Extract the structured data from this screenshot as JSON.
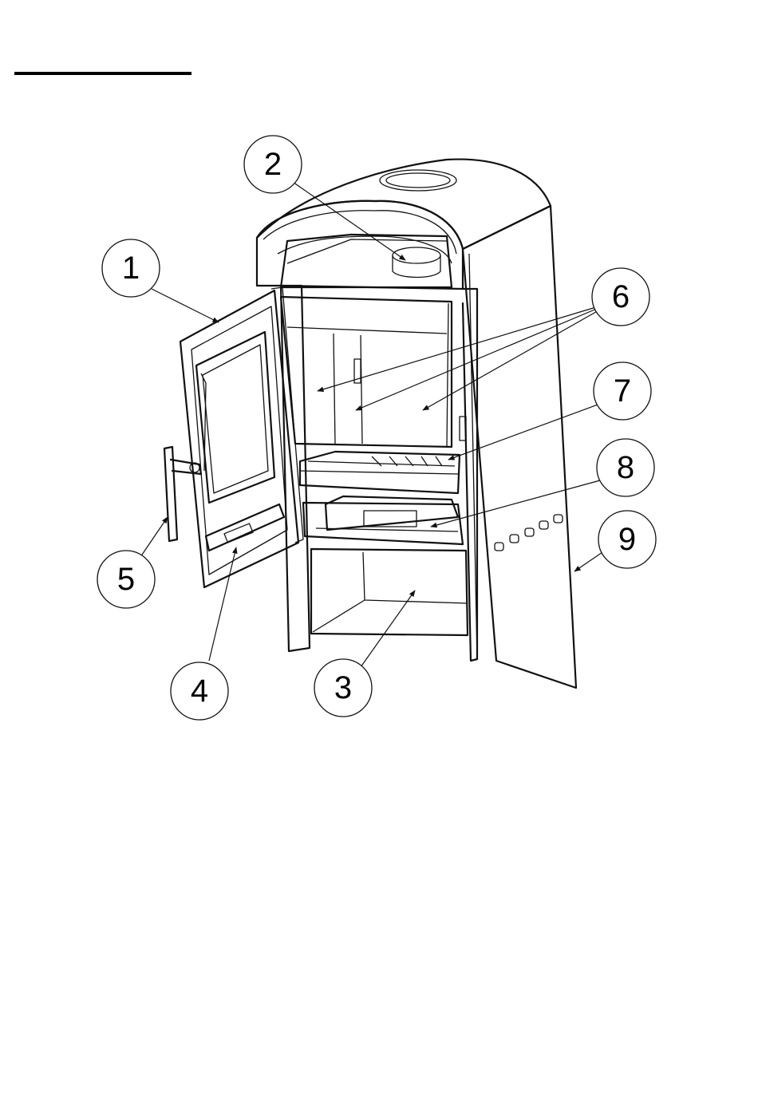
{
  "diagram": {
    "header_rule": true,
    "callouts": [
      {
        "id": "1",
        "label": "1"
      },
      {
        "id": "2",
        "label": "2"
      },
      {
        "id": "3",
        "label": "3"
      },
      {
        "id": "4",
        "label": "4"
      },
      {
        "id": "5",
        "label": "5"
      },
      {
        "id": "6",
        "label": "6"
      },
      {
        "id": "7",
        "label": "7"
      },
      {
        "id": "8",
        "label": "8"
      },
      {
        "id": "9",
        "label": "9"
      }
    ]
  }
}
